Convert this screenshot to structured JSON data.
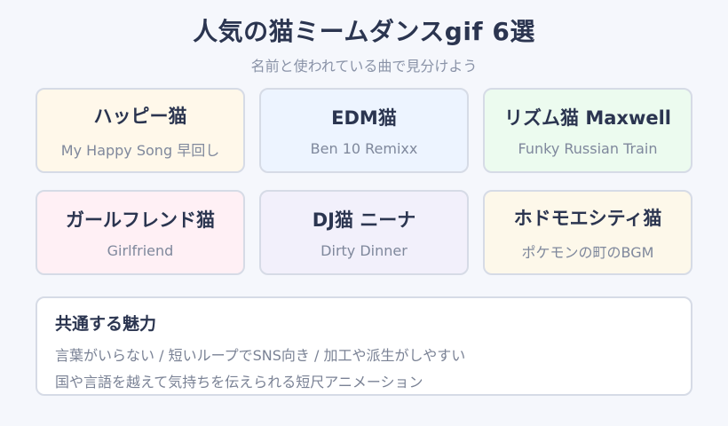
{
  "header": {
    "title": "人気の猫ミームダンスgif 6選",
    "subtitle": "名前と使われている曲で見分けよう"
  },
  "cards": [
    {
      "name": "ハッピー猫",
      "song": "My Happy Song 早回し",
      "bg": "#fff8ea"
    },
    {
      "name": "EDM猫",
      "song": "Ben 10 Remixx",
      "bg": "#edf4ff"
    },
    {
      "name": "リズム猫 Maxwell",
      "song": "Funky Russian Train",
      "bg": "#ecfbef"
    },
    {
      "name": "ガールフレンド猫",
      "song": "Girlfriend",
      "bg": "#fff0f5"
    },
    {
      "name": "DJ猫 ニーナ",
      "song": "Dirty Dinner",
      "bg": "#f2f0fb"
    },
    {
      "name": "ホドモエシティ猫",
      "song": "ポケモンの町のBGM",
      "bg": "#fdf8ea"
    }
  ],
  "summary": {
    "heading": "共通する魅力",
    "line1": "言葉がいらない / 短いループでSNS向き / 加工や派生がしやすい",
    "line2": "国や言語を越えて気持ちを伝えられる短尺アニメーション"
  },
  "colors": {
    "border": "#d6dbe6",
    "text": "#2b3550",
    "muted": "#7f889c"
  }
}
